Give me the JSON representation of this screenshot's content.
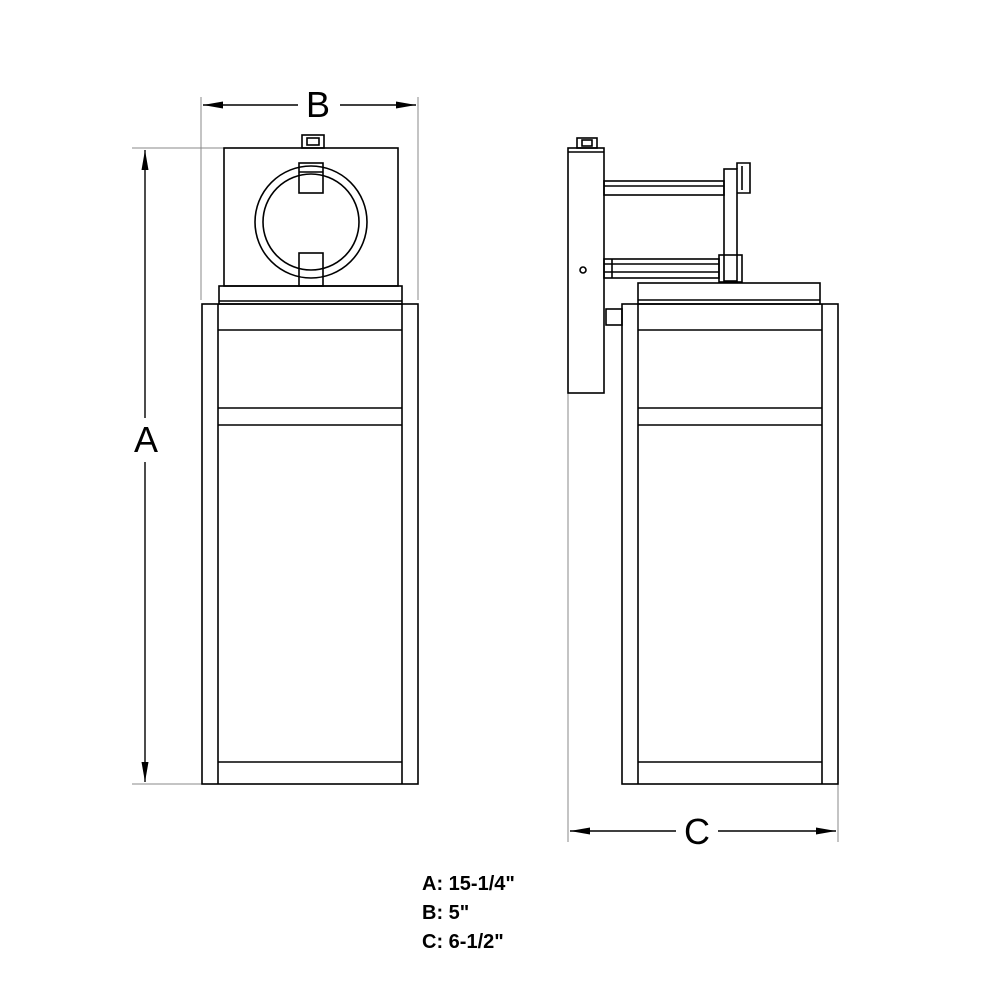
{
  "diagram": {
    "front_view": {
      "dimension_b": {
        "letter": "B"
      },
      "dimension_a": {
        "letter": "A"
      }
    },
    "side_view": {
      "dimension_c": {
        "letter": "C"
      }
    },
    "legend": [
      {
        "key": "A",
        "value": "15-1/4\""
      },
      {
        "key": "B",
        "value": "5\""
      },
      {
        "key": "C",
        "value": "6-1/2\""
      }
    ]
  },
  "colors": {
    "line": "#000000",
    "background": "#ffffff",
    "light_line": "#999999"
  }
}
